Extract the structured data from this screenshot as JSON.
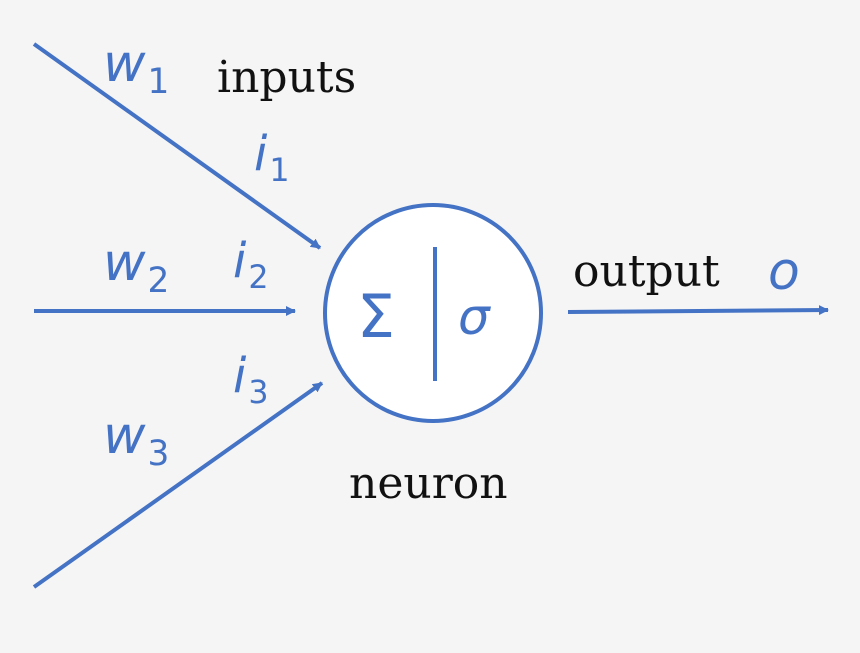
{
  "colors": {
    "accent": "#4472c4",
    "text": "#111111",
    "background": "#f5f5f5"
  },
  "labels": {
    "inputs": "inputs",
    "output": "output",
    "neuron": "neuron"
  },
  "weights": [
    {
      "symbol": "w",
      "sub": "1"
    },
    {
      "symbol": "w",
      "sub": "2"
    },
    {
      "symbol": "w",
      "sub": "3"
    }
  ],
  "inputs": [
    {
      "symbol": "i",
      "sub": "1"
    },
    {
      "symbol": "i",
      "sub": "2"
    },
    {
      "symbol": "i",
      "sub": "3"
    }
  ],
  "output_symbol": "o",
  "neuron_symbols": {
    "sum": "Σ",
    "activation": "σ"
  }
}
